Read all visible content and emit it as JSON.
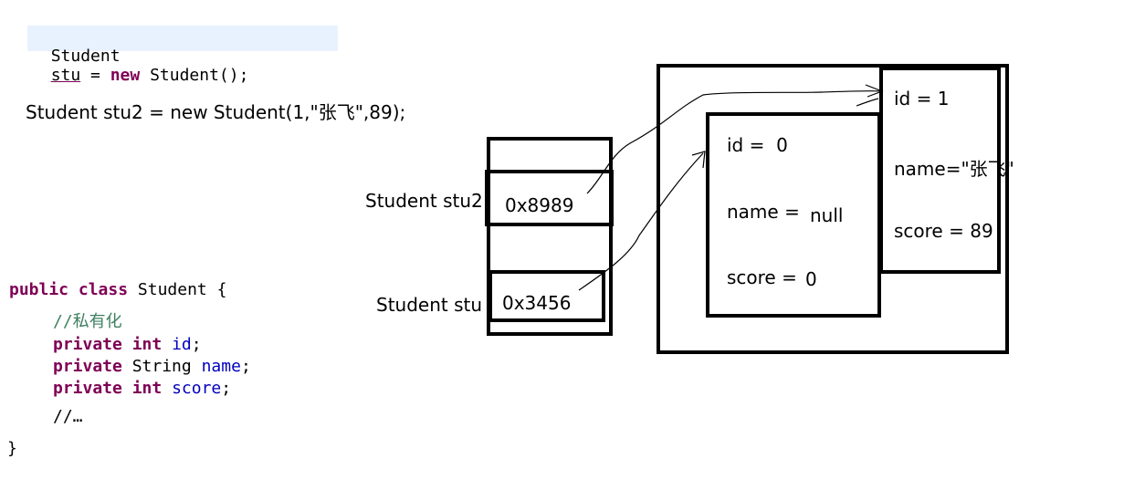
{
  "code_top": {
    "line1": {
      "type": "Student",
      "var": "stu",
      "eq": " = ",
      "kw_new": "new",
      "ctor": " Student();"
    },
    "line2": "Student stu2 = new Student(1,\"张飞\",89);"
  },
  "class_def": {
    "line1": {
      "kw1": "public",
      "kw2": "class",
      "name": "Student {"
    },
    "comment": "//私有化",
    "fields": [
      {
        "kw": "private",
        "type_kw": "int",
        "type": "",
        "name": "id"
      },
      {
        "kw": "private",
        "type_kw": "",
        "type": "String",
        "name": "name"
      },
      {
        "kw": "private",
        "type_kw": "int",
        "type": "",
        "name": "score"
      }
    ],
    "ellipsis": "//…",
    "close": "}"
  },
  "stack": {
    "stu2_label": "Student stu2",
    "stu2_value": "0x8989",
    "stu_label": "Student stu",
    "stu_value": "0x3456"
  },
  "heap": {
    "obj_default": {
      "id": "id =  0",
      "name_label": "name = ",
      "name_value": "null",
      "score_label": "score = ",
      "score_value": "0"
    },
    "obj_custom": {
      "id": "id = 1",
      "name": "name=\"张飞\"",
      "score": "score = 89"
    }
  }
}
